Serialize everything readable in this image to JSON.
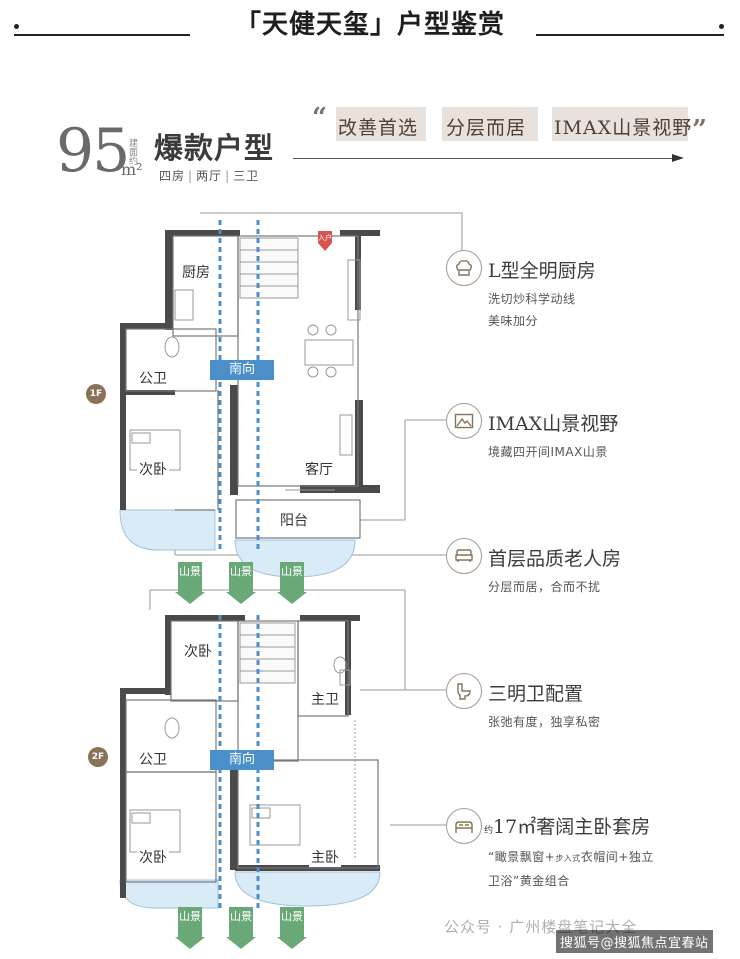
{
  "header": {
    "title": "「天健天玺」户型鉴赏"
  },
  "banner": {
    "open_quote": "“",
    "close_quote": "”",
    "phrases": [
      "改善首选",
      "分层而居",
      "IMAX山景视野"
    ]
  },
  "unit": {
    "area": "95",
    "area_unit": "m²",
    "area_prefix": "建面约",
    "name": "爆款户型",
    "spec": [
      "四房",
      "两厅",
      "三卫"
    ]
  },
  "features": [
    {
      "icon": "chef-hat-icon",
      "title": "L型全明厨房",
      "desc": [
        "洗切炒科学动线",
        "美味加分"
      ]
    },
    {
      "icon": "mountain-view-icon",
      "title": "IMAX山景视野",
      "desc": [
        "境藏四开间IMAX山景"
      ]
    },
    {
      "icon": "sofa-icon",
      "title": "首层品质老人房",
      "desc": [
        "分层而居，合而不扰"
      ]
    },
    {
      "icon": "toilet-icon",
      "title": "三明卫配置",
      "desc": [
        "张弛有度，独享私密"
      ]
    },
    {
      "icon": "bed-icon",
      "title_prefix": "约",
      "title": "17㎡奢阔主卧套房",
      "desc_line1_a": "“瞰景飘窗+",
      "desc_line1_small": "步入式",
      "desc_line1_b": "衣帽间+独立",
      "desc_line2": "卫浴”黄金组合"
    }
  ],
  "floor1": {
    "tag": "1F",
    "rooms": {
      "kitchen": "厨房",
      "bath": "公卫",
      "bedroom": "次卧",
      "living": "客厅",
      "balcony": "阳台",
      "entry": "入户"
    },
    "south": "南向"
  },
  "floor2": {
    "tag": "2F",
    "rooms": {
      "bedroom_top": "次卧",
      "master_bath": "主卫",
      "bath": "公卫",
      "bedroom": "次卧",
      "master": "主卧"
    },
    "south": "南向"
  },
  "view_label": "山景",
  "watermark": {
    "account": "公众号 · 广州楼盘笔记大全",
    "source": "搜狐号@搜狐焦点宜春站"
  },
  "colors": {
    "accent_brown": "#8a7258",
    "south_blue": "#4a8fc9",
    "view_green": "#69a978",
    "banner_bg": "#e9e2dc"
  }
}
